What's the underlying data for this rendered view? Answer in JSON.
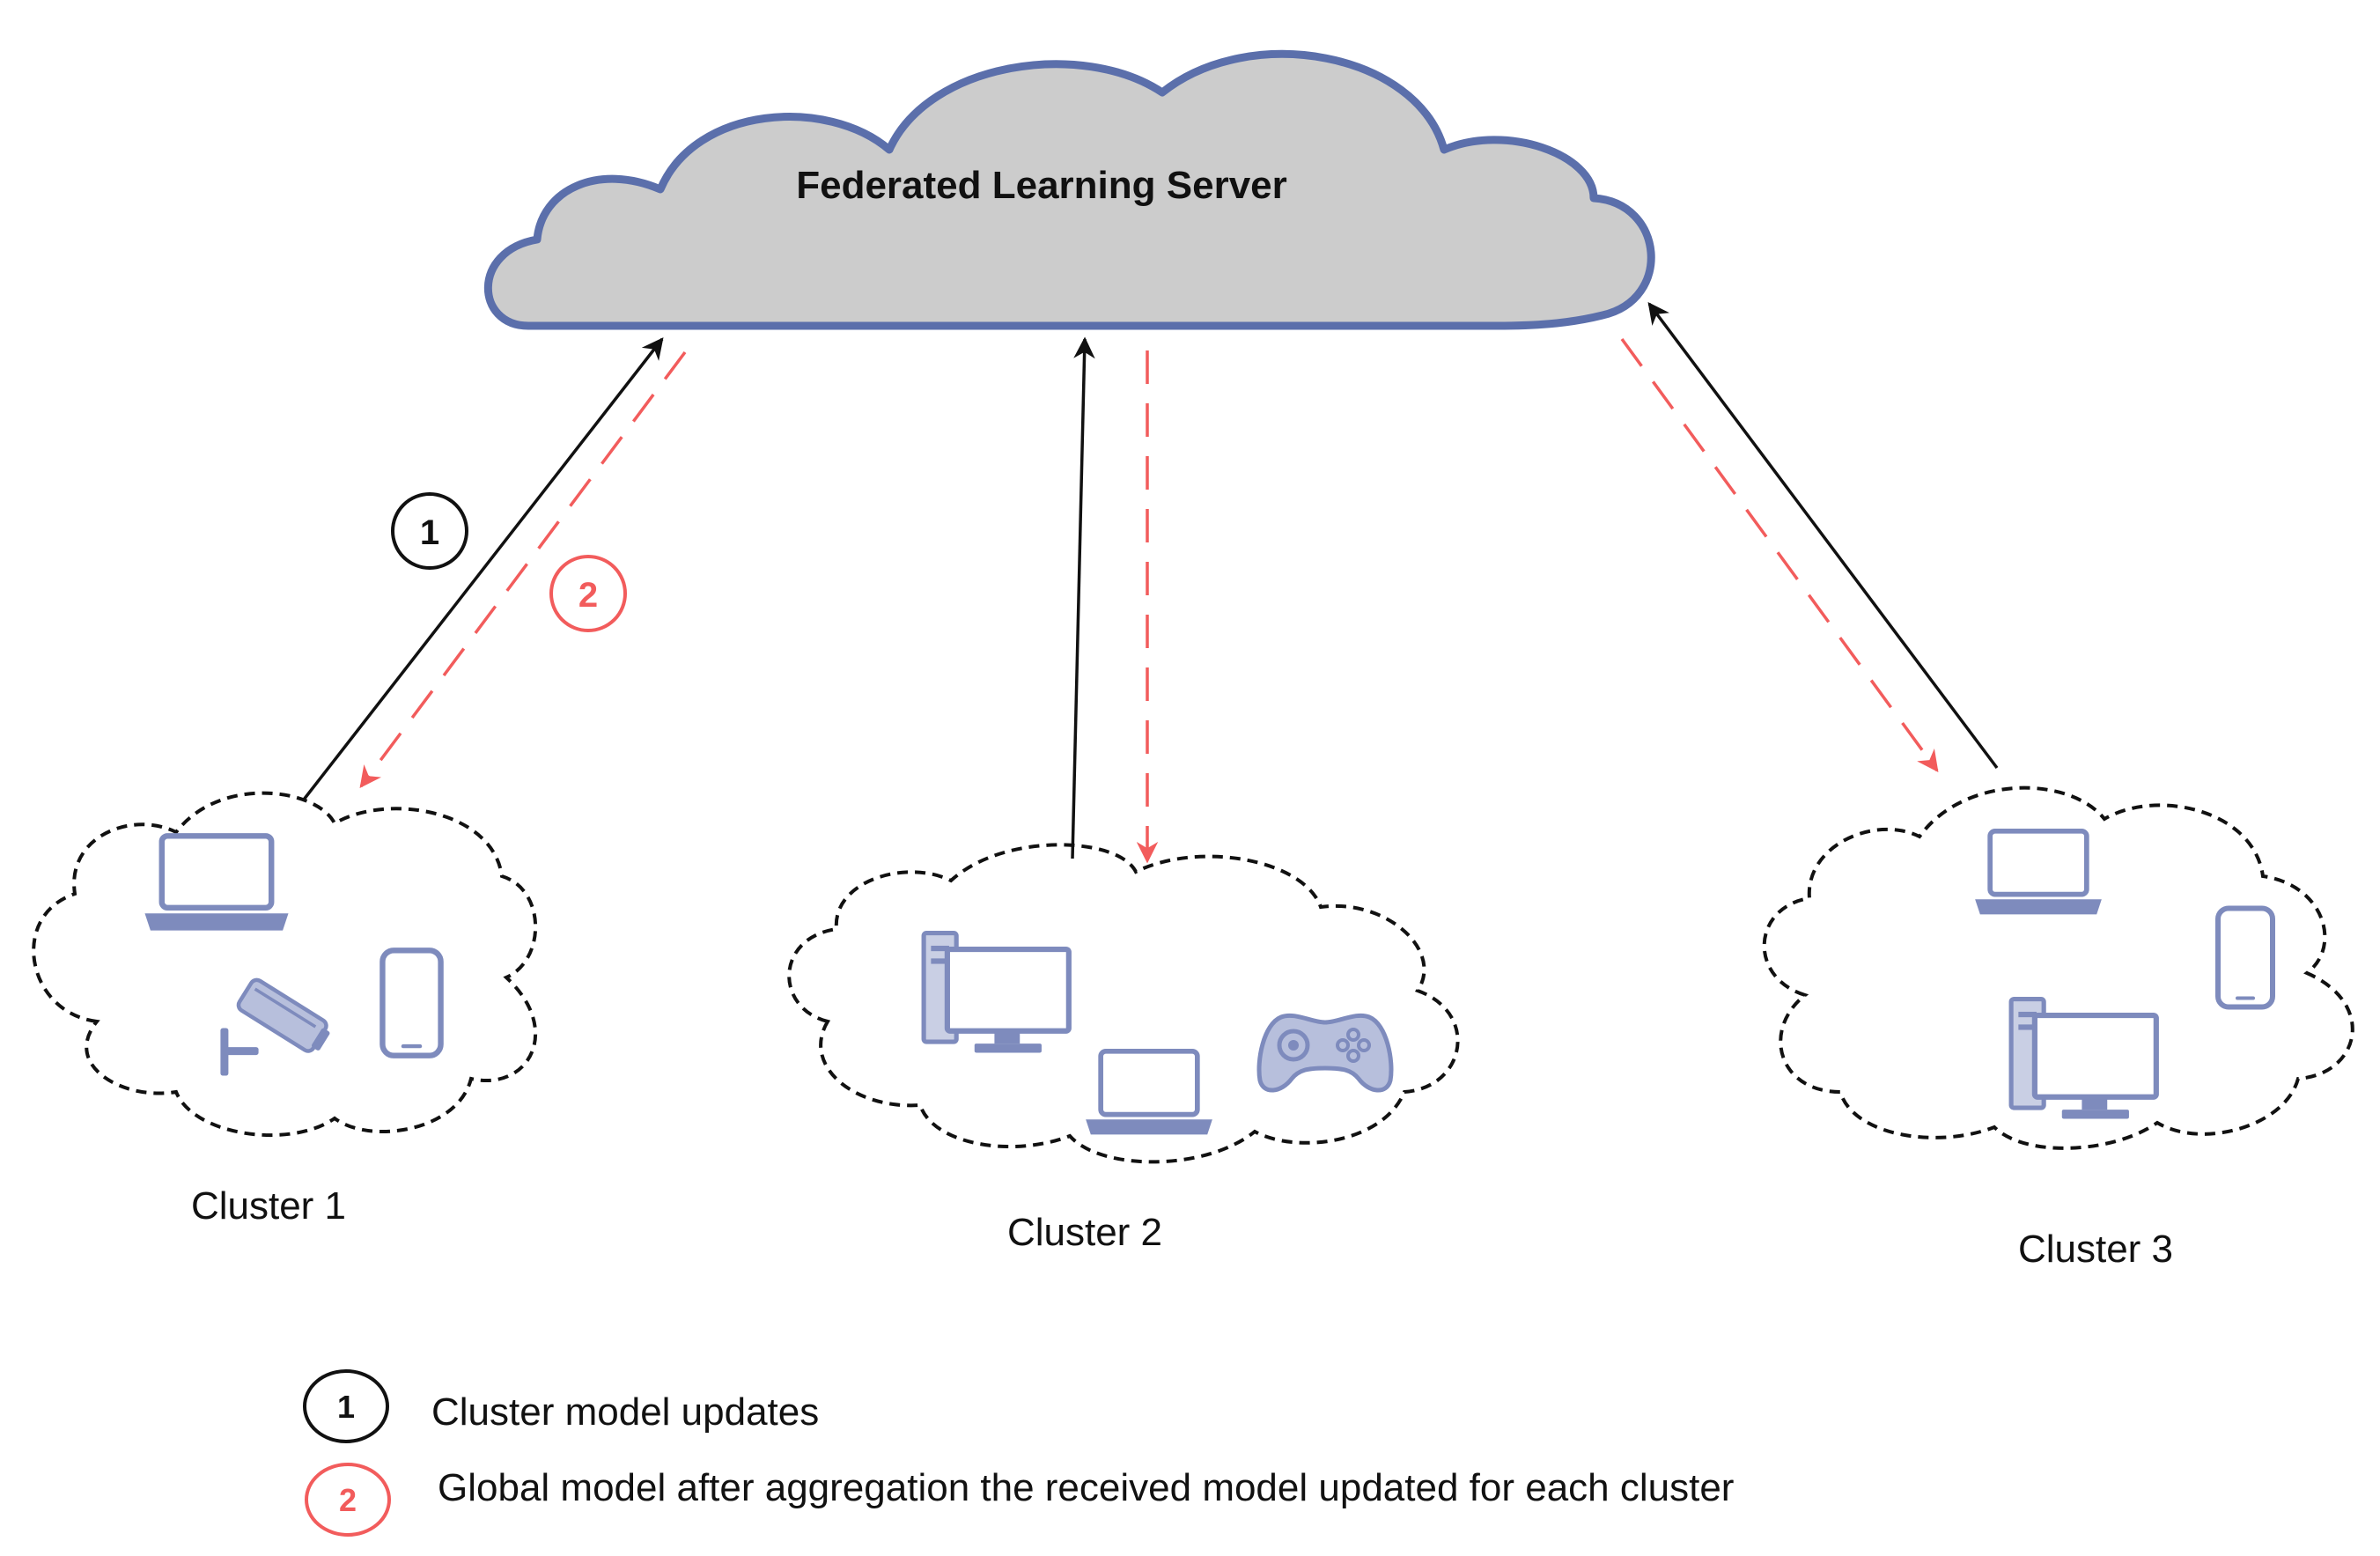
{
  "server": {
    "title": "Federated Learning Server"
  },
  "clusters": [
    {
      "label": "Cluster 1",
      "devices": [
        "laptop-icon",
        "security-camera-icon",
        "smartphone-icon"
      ]
    },
    {
      "label": "Cluster 2",
      "devices": [
        "desktop-computer-icon",
        "laptop-icon",
        "gamepad-icon"
      ]
    },
    {
      "label": "Cluster 3",
      "devices": [
        "laptop-icon",
        "smartphone-icon",
        "desktop-computer-icon"
      ]
    }
  ],
  "badges": {
    "step1": "1",
    "step2": "2"
  },
  "legend": [
    {
      "number": "1",
      "text": "Cluster model updates"
    },
    {
      "number": "2",
      "text": "Global model after aggregation the received model updated for each cluster"
    }
  ],
  "colors": {
    "cloud_fill": "#cccccc",
    "cloud_stroke": "#5b6fab",
    "device": "#7e8bbd",
    "update_arrow": "#111111",
    "global_arrow": "#f25c5c"
  }
}
